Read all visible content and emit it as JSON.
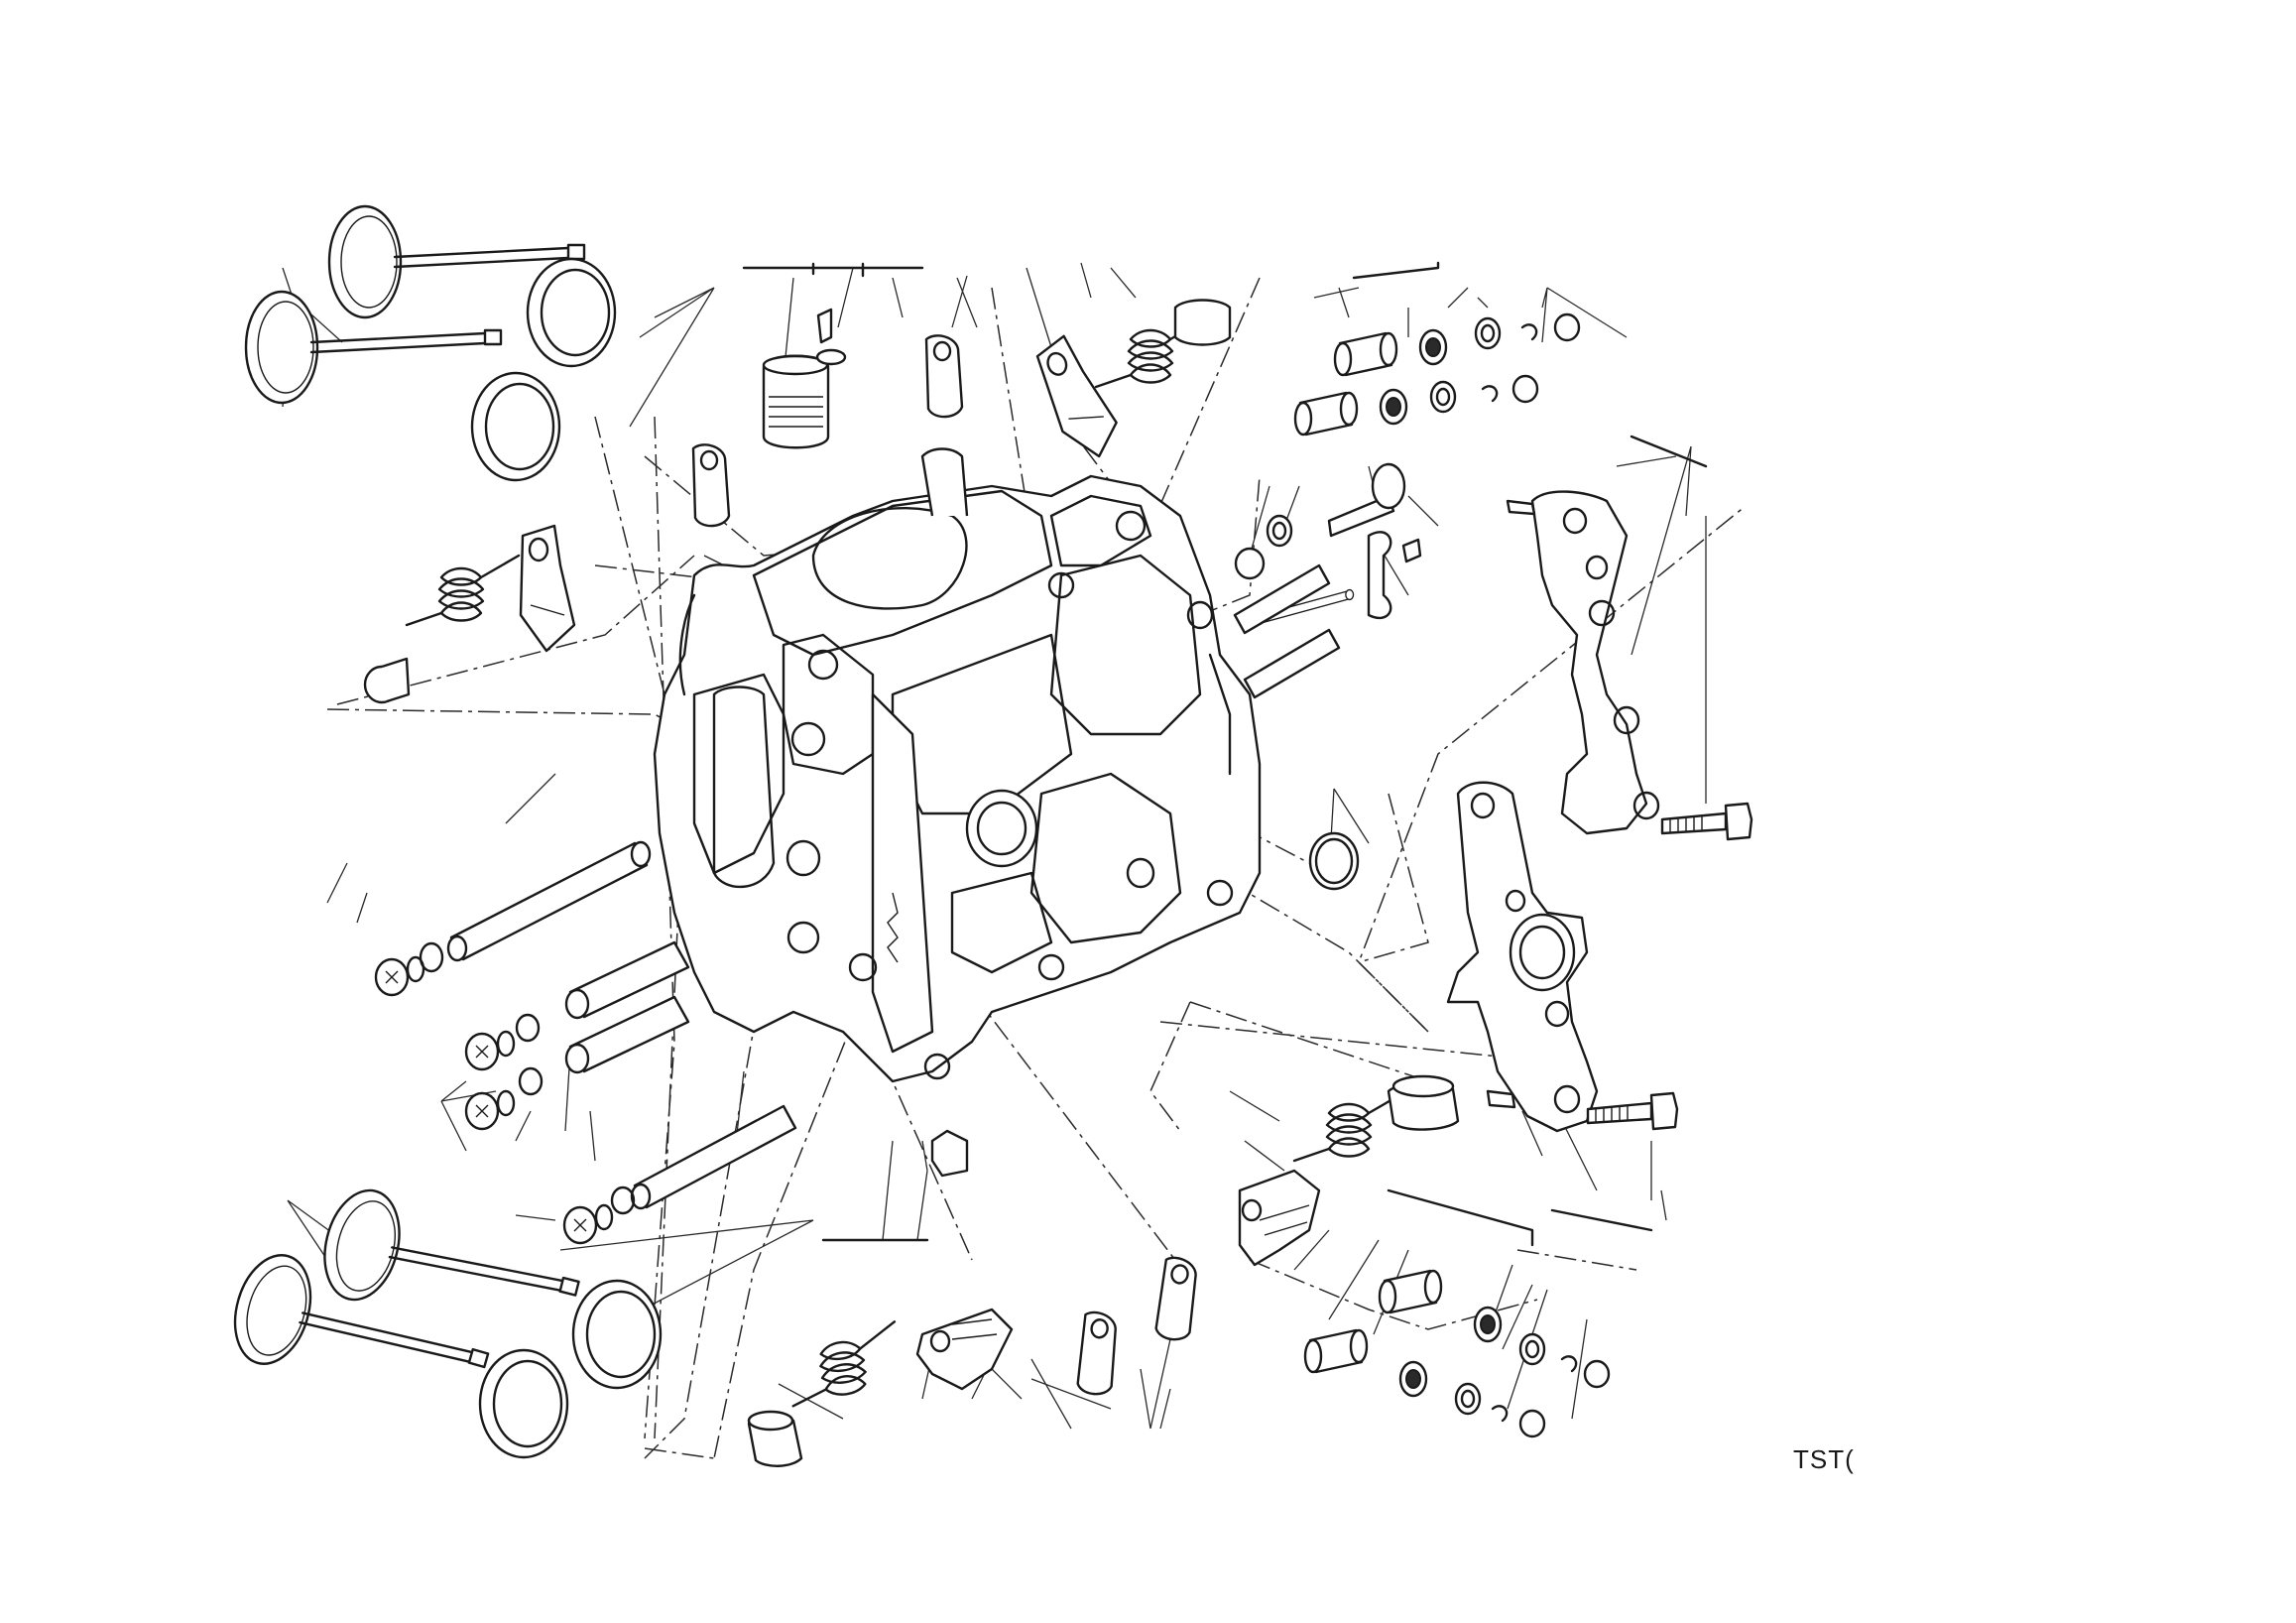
{
  "drawing": {
    "code": "TST(",
    "colors": {
      "line": "#1a1a1a",
      "background": "#ffffff"
    },
    "parts": [
      "cylinder-head",
      "intake-valve",
      "exhaust-valve",
      "valve-seat-ring",
      "valve-guide",
      "rocker-arm",
      "rocker-spring",
      "spring-cup",
      "tappet-pin",
      "half-cone",
      "camshaft-support",
      "bolt",
      "stud",
      "plug",
      "o-ring",
      "bushing"
    ]
  }
}
